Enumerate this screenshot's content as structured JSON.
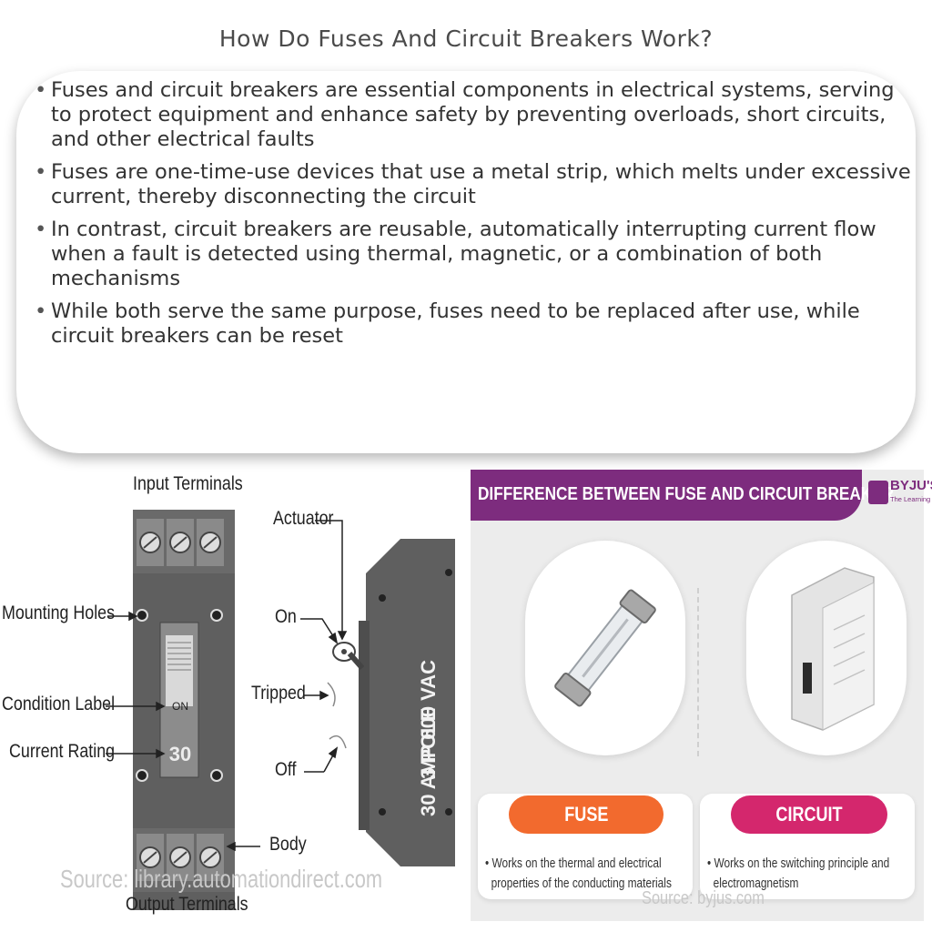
{
  "title": "How Do Fuses And Circuit Breakers Work?",
  "bullets": [
    "Fuses and circuit breakers are essential components in electrical systems, serving to protect equipment and enhance safety by preventing overloads, short circuits, and other electrical faults",
    "Fuses are one-time-use devices that use a metal strip, which melts under excessive current, thereby disconnecting the circuit",
    "In contrast, circuit breakers are reusable, automatically interrupting current flow when a fault is detected using thermal, magnetic, or a combination of both mechanisms",
    "While both serve the same purpose, fuses need to be replaced after use, while circuit breakers can be reset"
  ],
  "breaker_diagram": {
    "input_terminals": "Input Terminals",
    "mounting_holes": "Mounting Holes",
    "condition_label": "Condition Label",
    "current_rating": "Current Rating",
    "output_terminals": "Output Terminals",
    "body": "Body",
    "actuator": "Actuator",
    "on": "On",
    "tripped": "Tripped",
    "off": "Off",
    "switch_on_text": "ON",
    "rating_value": "30",
    "side_text_line1": "30 AMP 600 VAC",
    "side_text_line2": "3 POLE",
    "source": "Source: library.automationdirect.com"
  },
  "comparison": {
    "banner": "DIFFERENCE BETWEEN FUSE AND CIRCUIT BREAKER",
    "logo": "BYJU'S",
    "logo_sub": "The Learning App",
    "fuse_label": "FUSE",
    "fuse_desc_1": "Works on the thermal and electrical",
    "fuse_desc_2": "properties of the conducting materials",
    "breaker_label": "CIRCUIT BREAKER",
    "breaker_desc_1": "Works on the switching principle and",
    "breaker_desc_2": "electromagnetism",
    "source": "Source: byjus.com"
  },
  "colors": {
    "banner": "#7d2c7e",
    "fuse_pill": "#f26a2e",
    "breaker_pill": "#d4276d",
    "breaker_body": "#5f5f5f"
  }
}
